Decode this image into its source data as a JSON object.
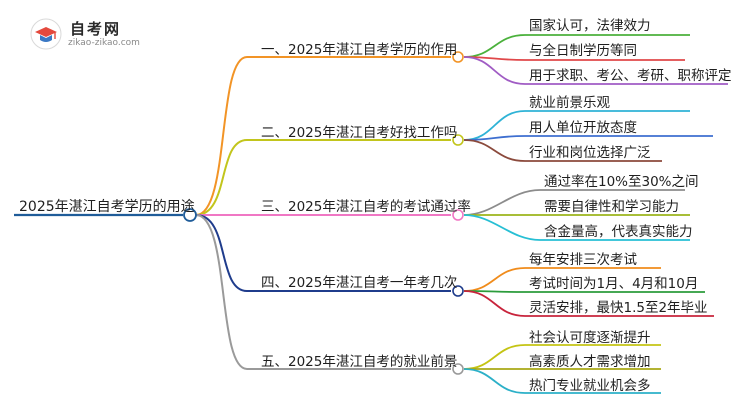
{
  "logo": {
    "name": "自考网",
    "url": "zikao-zikao.com"
  },
  "root": {
    "label": "2025年湛江自考学历的用途"
  },
  "branches": [
    {
      "label": "一、2025年湛江自考学历的作用",
      "color": "#f29426",
      "leaves": [
        {
          "label": "国家认可，法律效力",
          "color": "#4bb13c"
        },
        {
          "label": "与全日制学历等同",
          "color": "#e0484a"
        },
        {
          "label": "用于求职、考公、考研、职称评定",
          "color": "#a05cc4"
        }
      ]
    },
    {
      "label": "二、2025年湛江自考好找工作吗",
      "color": "#c2c51c",
      "leaves": [
        {
          "label": "就业前景乐观",
          "color": "#2fb3d6"
        },
        {
          "label": "用人单位开放态度",
          "color": "#3e6fd0"
        },
        {
          "label": "行业和岗位选择广泛",
          "color": "#8b4a3c"
        }
      ]
    },
    {
      "label": "三、2025年湛江自考的考试通过率",
      "color": "#f077c4",
      "leaves": [
        {
          "label": "通过率在10%至30%之间",
          "color": "#8c8c8c"
        },
        {
          "label": "需要自律性和学习能力",
          "color": "#9bb51c"
        },
        {
          "label": "含金量高，代表真实能力",
          "color": "#27bfd4"
        }
      ]
    },
    {
      "label": "四、2025年湛江自考一年考几次",
      "color": "#1f3c8c",
      "leaves": [
        {
          "label": "每年安排三次考试",
          "color": "#f08c1c"
        },
        {
          "label": "考试时间为1月、4月和10月",
          "color": "#2c9c3c"
        },
        {
          "label": "灵活安排，最快1.5至2年毕业",
          "color": "#c8243c"
        }
      ]
    },
    {
      "label": "五、2025年湛江自考的就业前景",
      "color": "#9a9a9a",
      "leaves": [
        {
          "label": "社会认可度逐渐提升",
          "color": "#c4c414"
        },
        {
          "label": "高素质人才需求增加",
          "color": "#a8a814"
        },
        {
          "label": "热门专业就业机会多",
          "color": "#2cb0c8"
        }
      ]
    }
  ],
  "colors": {
    "root": "#1f5c99",
    "text": "#1f1f1f"
  }
}
